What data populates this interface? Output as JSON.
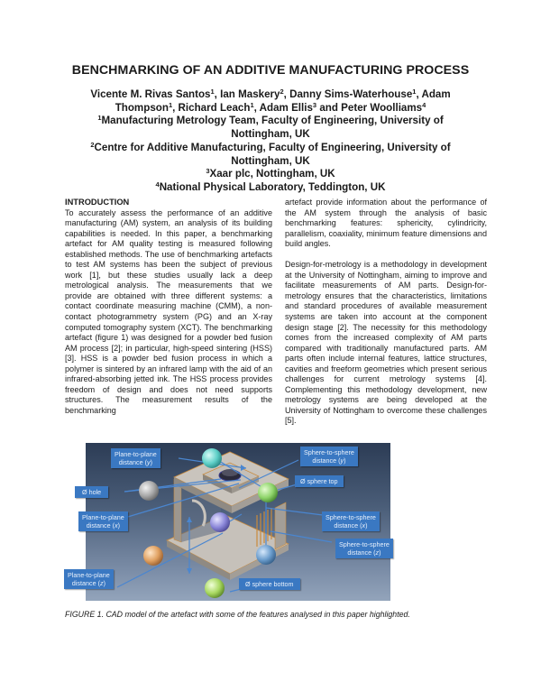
{
  "paper": {
    "title": "BENCHMARKING OF AN ADDITIVE MANUFACTURING PROCESS",
    "authors": [
      {
        "name": "Vicente M. Rivas Santos",
        "aff": "1"
      },
      {
        "name": "Ian Maskery",
        "aff": "2"
      },
      {
        "name": "Danny Sims-Waterhouse",
        "aff": "1"
      },
      {
        "name": "Adam Thompson",
        "aff": "1"
      },
      {
        "name": "Richard Leach",
        "aff": "1"
      },
      {
        "name": "Adam Ellis",
        "aff": "3"
      },
      {
        "name": "Peter Woolliams",
        "aff": "4"
      }
    ],
    "author_line_1": "Vicente M. Rivas Santos",
    "author_line_1b": ", Ian Maskery",
    "author_line_1c": ", Danny Sims-Waterhouse",
    "author_line_1d": ", Adam",
    "author_line_2a": "Thompson",
    "author_line_2b": ", Richard Leach",
    "author_line_2c": ", Adam Ellis",
    "author_line_2d": " and Peter Woolliams",
    "affiliations": [
      {
        "num": "1",
        "text": "Manufacturing Metrology Team, Faculty of Engineering, University of Nottingham, UK"
      },
      {
        "num": "2",
        "text": "Centre for Additive Manufacturing, Faculty of Engineering, University of Nottingham, UK"
      },
      {
        "num": "3",
        "text": "Xaar plc, Nottingham, UK"
      },
      {
        "num": "4",
        "text": "National Physical Laboratory, Teddington, UK"
      }
    ],
    "sup": {
      "one": "1",
      "two": "2",
      "three": "3",
      "four": "4"
    }
  },
  "body": {
    "section_heading": "INTRODUCTION",
    "left_paragraph": "To accurately assess the performance of an additive manufacturing (AM) system, an analysis of its building capabilities is needed. In this paper, a benchmarking artefact for AM quality testing is measured following established methods. The use of benchmarking artefacts to test AM systems has been the subject of previous work [1], but these studies usually lack a deep metrological analysis. The measurements that we provide are obtained with three different systems: a contact coordinate measuring machine (CMM), a non-contact photogrammetry system (PG) and an X-ray computed tomography system (XCT). The benchmarking artefact (figure 1) was designed for a powder bed fusion AM process [2]; in particular, high-speed sintering (HSS) [3]. HSS is a powder bed fusion process in which a polymer is sintered by an infrared lamp with the aid of an infrared-absorbing jetted ink. The HSS process provides freedom of design and does not need supports structures. The measurement results of the benchmarking",
    "right_paragraph_1": "artefact provide information about the performance of the AM system through the analysis of basic benchmarking features: sphericity, cylindricity, parallelism, coaxiality, minimum feature dimensions and build angles.",
    "right_paragraph_2": "Design-for-metrology is a methodology in development at the University of Nottingham, aiming to improve and facilitate measurements of AM parts. Design-for-metrology ensures that the characteristics, limitations and standard procedures of available measurement systems are taken into account at the component design stage [2]. The necessity for this methodology comes from the increased complexity of AM parts compared with traditionally manufactured parts. AM parts often include internal features, lattice structures, cavities and freeform geometries which present serious challenges for current metrology systems [4]. Complementing this methodology development, new metrology systems are being developed at the University of Nottingham to overcome these challenges [5]."
  },
  "figure": {
    "labels": {
      "plane_y_1": "Plane-to-plane",
      "plane_y_2": "distance (",
      "plane_y_axis": "y",
      "hole": "Ø hole",
      "plane_x_1": "Plane-to-plane",
      "plane_x_2": "distance (",
      "plane_x_axis": "x",
      "plane_z_1": "Plane-to-plane",
      "plane_z_2": "distance (",
      "plane_z_axis": "z",
      "sphere_y_1": "Sphere-to-sphere",
      "sphere_y_2": "distance (",
      "sphere_y_axis": "y",
      "sphere_top": "Ø sphere top",
      "sphere_x_1": "Sphere-to-sphere",
      "sphere_x_2": "distance (",
      "sphere_x_axis": "x",
      "sphere_z_1": "Sphere-to-sphere",
      "sphere_z_2": "distance (",
      "sphere_z_axis": "z",
      "sphere_bottom": "Ø sphere bottom",
      "close_paren": ")"
    },
    "colors": {
      "label_bg": "#3a78c2",
      "leader_line": "#4a86d0",
      "body_grey": "#b9b4ad",
      "edge_orange": "#c98a3c"
    },
    "caption": "FIGURE 1. CAD model of the artefact with some of the features analysed in this paper highlighted."
  }
}
